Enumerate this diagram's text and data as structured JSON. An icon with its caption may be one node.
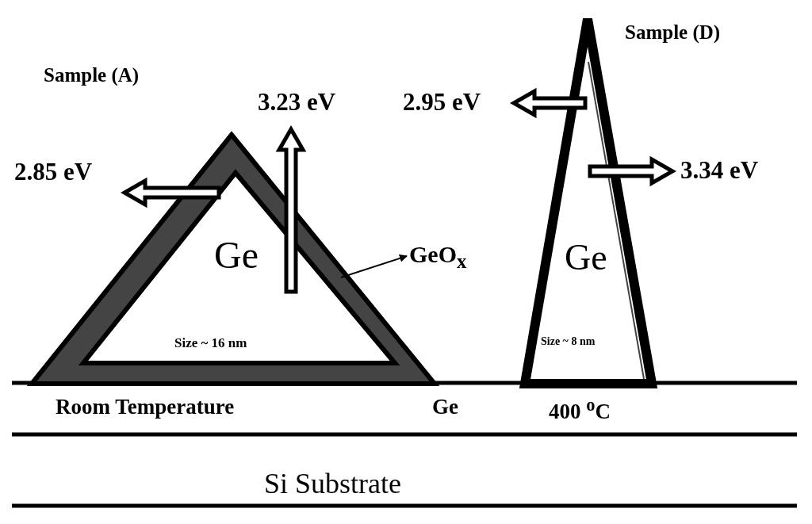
{
  "diagram": {
    "nodes": [
      {
        "text": [
          "Ge",
          "Size ~ 16 nm"
        ],
        "beside": [
          "Room Temperature"
        ]
      },
      {
        "text": [
          "Ge",
          "Size ~ 8 nm"
        ],
        "beside": [
          "400 $^{o}$C"
        ]
      },
      {
        "text": [
          "GeO$_{x}$"
        ]
      }
    ],
    "edges": [
      {
        "from": 0,
        "to": 2,
        "arrow": "to"
      }
    ],
    "labels": [
      "Sample (A)",
      "Sample (D)",
      "3.23 eV",
      "2.95 eV",
      "2.85 eV",
      "3.34 eV",
      "Ge",
      "Si Substrate"
    ]
  }
}
